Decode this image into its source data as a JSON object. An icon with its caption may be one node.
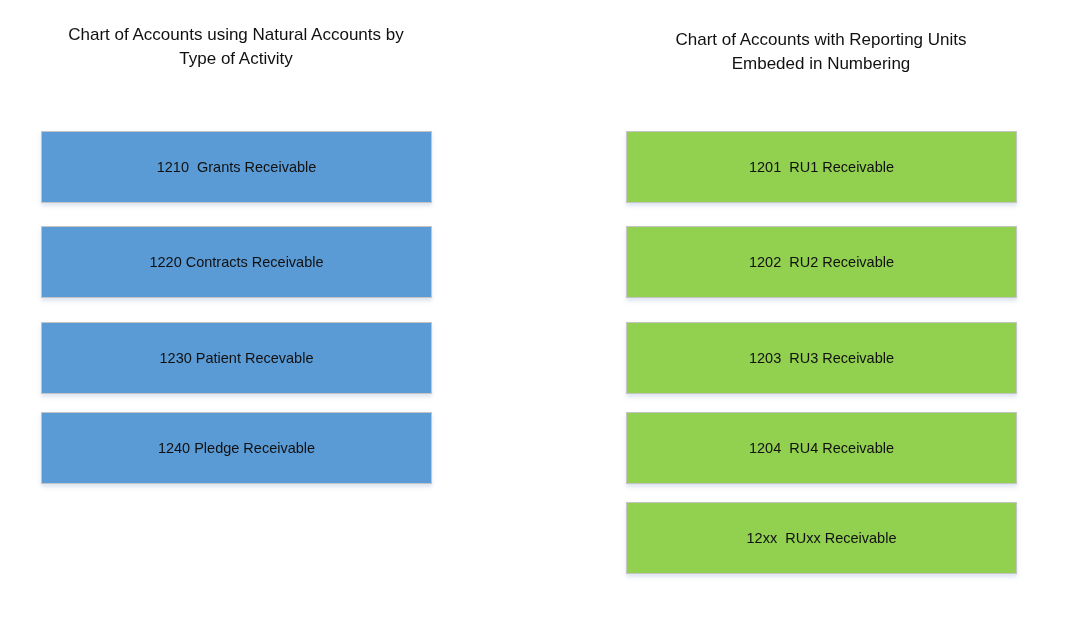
{
  "diagram": {
    "nodes": [
      {
        "text": [
          "1210  Grants Receivable"
        ]
      },
      {
        "text": [
          "1220 Contracts Receivable"
        ]
      },
      {
        "text": [
          "1230 Patient Recevable"
        ]
      },
      {
        "text": [
          "1240 Pledge Receivable"
        ]
      },
      {
        "text": [
          "1201  RU1 Receivable"
        ]
      },
      {
        "text": [
          "1202  RU2 Receivable"
        ]
      },
      {
        "text": [
          "1203  RU3 Receivable"
        ]
      },
      {
        "text": [
          "1204  RU4 Receivable"
        ]
      },
      {
        "text": [
          "12xx  RUxx Receivable"
        ]
      }
    ],
    "labels": [
      "Chart of Accounts using Natural Accounts by Type of Activity",
      "Chart of Accounts with Reporting Units Embeded in Numbering"
    ]
  }
}
